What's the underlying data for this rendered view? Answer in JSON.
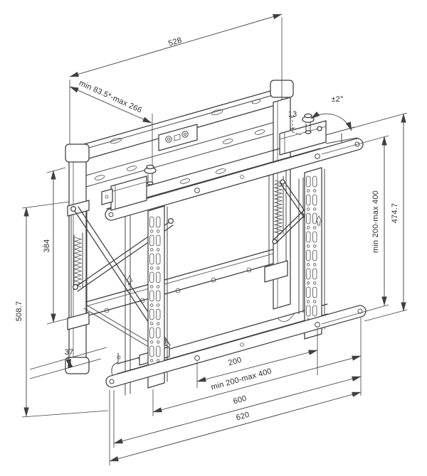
{
  "drawing": {
    "kind": "technical dimension drawing",
    "subject": "pop-out video wall mount bracket, perspective view"
  },
  "dims": {
    "top_width": "528",
    "depth_range": "min 83.5*-max 266",
    "knob_offset": "13",
    "tilt_range": "±2°",
    "wall_plate_height": "384",
    "overall_height_left": "508.7",
    "vesa_height_range": "min 200-max 400",
    "overall_height_right": "474.7",
    "bottom_offset": "37",
    "vesa_width_200": "200",
    "vesa_width_range": "min 200-max 400",
    "hole_span_600": "600",
    "overall_width_620": "620"
  },
  "colors": {
    "line": "#454545",
    "dimension": "#3f3f3f",
    "text": "#2b2b2b",
    "background": "#ffffff"
  }
}
